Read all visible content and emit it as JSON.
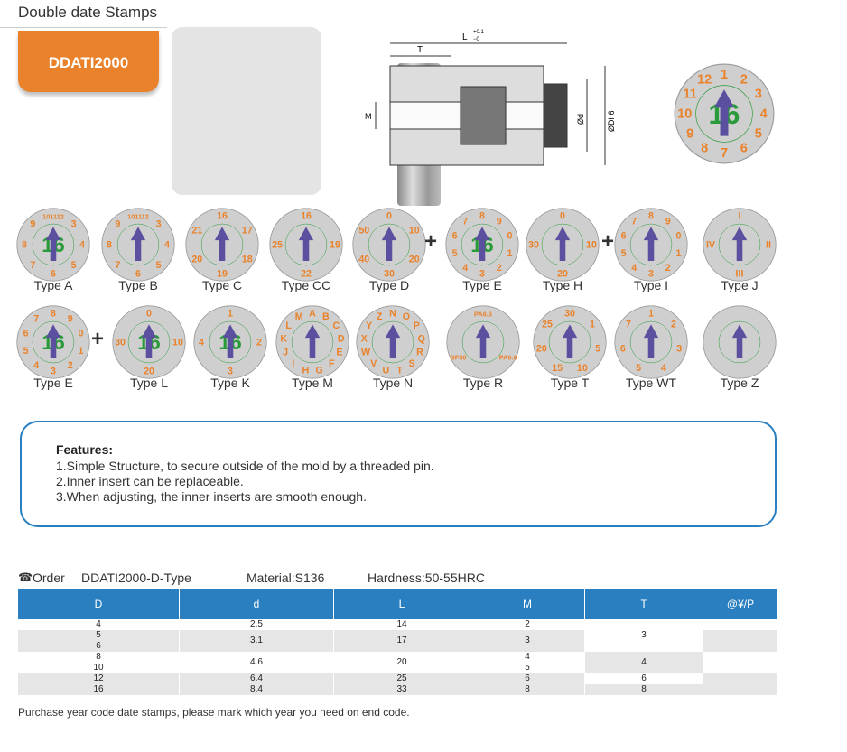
{
  "title": "Double date Stamps",
  "product_code": "DDATI2000",
  "drawing": {
    "dim_L": "L",
    "tol_top": "+0.1",
    "tol_bot": "−0",
    "dim_T": "T",
    "dim_M": "M",
    "dim_d": "Ød",
    "dim_D": "ØDh6"
  },
  "big_stamp": {
    "center": "16",
    "ring": "1 2 3 4 5 6 7 8 9 10 11 12"
  },
  "types": [
    {
      "label": "Type A",
      "center": "16",
      "ring": "101112 3 4 5 6 7 8 9"
    },
    {
      "label": "Type B",
      "center": "",
      "ring": "101112 3 4 5 6 7 8 9"
    },
    {
      "label": "Type C",
      "center": "",
      "ring": "16 17 18 19 20 21"
    },
    {
      "label": "Type CC",
      "center": "",
      "ring": "16 19 22 25"
    },
    {
      "label": "Type D",
      "center": "",
      "ring": "0 10 20 30 40 50"
    },
    {
      "label": "Type E",
      "center": "16",
      "ring": "8 9 0 1 2 3 4 5 6 7"
    },
    {
      "label": "Type H",
      "center": "",
      "ring": "0 10 20 30"
    },
    {
      "label": "Type I",
      "center": "",
      "ring": "8 9 0 1 2 3 4 5 6 7"
    },
    {
      "label": "Type J",
      "center": "",
      "ring": "I II III IV"
    },
    {
      "label": "Type E",
      "center": "16",
      "ring": "8 9 0 1 2 3 4 5 6 7"
    },
    {
      "label": "Type L",
      "center": "16",
      "ring": "0 10 20 30"
    },
    {
      "label": "Type K",
      "center": "16",
      "ring": "1 2 3 4"
    },
    {
      "label": "Type M",
      "center": "",
      "ring": "A B C D E F G H I J K L M"
    },
    {
      "label": "Type N",
      "center": "",
      "ring": "N O P Q R S T U V W X Y Z"
    },
    {
      "label": "Type R",
      "center": "",
      "ring": "PA6.6 PA6.6 GF30"
    },
    {
      "label": "Type T",
      "center": "",
      "ring": "30 1 5 10 15 20 25"
    },
    {
      "label": "Type WT",
      "center": "",
      "ring": "1 2 3 4 5 6 7"
    },
    {
      "label": "Type Z",
      "center": "",
      "ring": ""
    }
  ],
  "features": {
    "heading": "Features:",
    "items": [
      "1.Simple Structure, to secure outside of the mold by a threaded pin.",
      "2.Inner insert can be replaceable.",
      "3.When adjusting, the inner inserts are smooth enough."
    ]
  },
  "order": {
    "label": "Order",
    "code": "DDATI2000-D-Type",
    "material": "Material:S136",
    "hardness": "Hardness:50-55HRC"
  },
  "table": {
    "headers": [
      "D",
      "d",
      "L",
      "M",
      "T",
      "@¥/P"
    ],
    "D": [
      "4",
      "5",
      "6",
      "8",
      "10",
      "12",
      "16"
    ],
    "d": [
      "2.5",
      "3.1",
      "4.6",
      "6.4",
      "8.4"
    ],
    "L": [
      "14",
      "17",
      "20",
      "25",
      "33"
    ],
    "M": [
      "2",
      "3",
      "4",
      "5",
      "6",
      "8"
    ],
    "T": [
      "3",
      "4",
      "6",
      "8"
    ]
  },
  "footnote": "Purchase year code date stamps, please mark which year you need on end code.",
  "colors": {
    "accent": "#e9822a",
    "blue": "#2a7fc0",
    "arrow": "#5b4fa0",
    "green": "#2a9a3a"
  }
}
